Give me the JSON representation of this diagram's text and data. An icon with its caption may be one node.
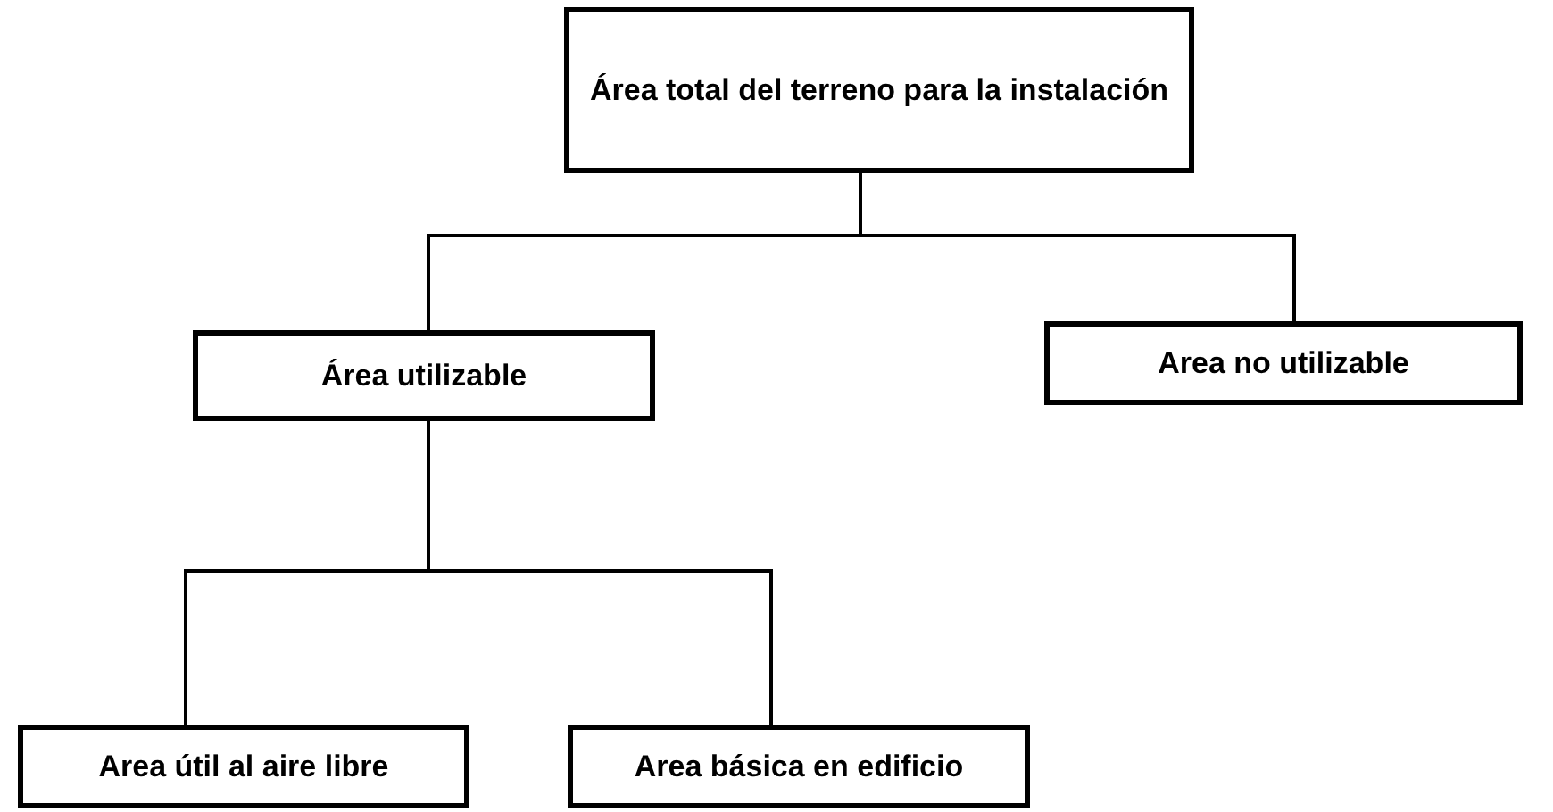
{
  "diagram": {
    "nodes": [
      {
        "text": [
          "Área total del terreno para la instalación"
        ]
      },
      {
        "text": [
          "Área utilizable"
        ]
      },
      {
        "text": [
          "Area no utilizable"
        ]
      },
      {
        "text": [
          "Area útil al aire libre"
        ]
      },
      {
        "text": [
          "Area básica en edificio"
        ]
      }
    ],
    "edges": [
      {
        "from": 0,
        "to": 1,
        "arrow": "none"
      },
      {
        "from": 0,
        "to": 2,
        "arrow": "none"
      },
      {
        "from": 1,
        "to": 3,
        "arrow": "none"
      },
      {
        "from": 1,
        "to": 4,
        "arrow": "none"
      }
    ]
  }
}
